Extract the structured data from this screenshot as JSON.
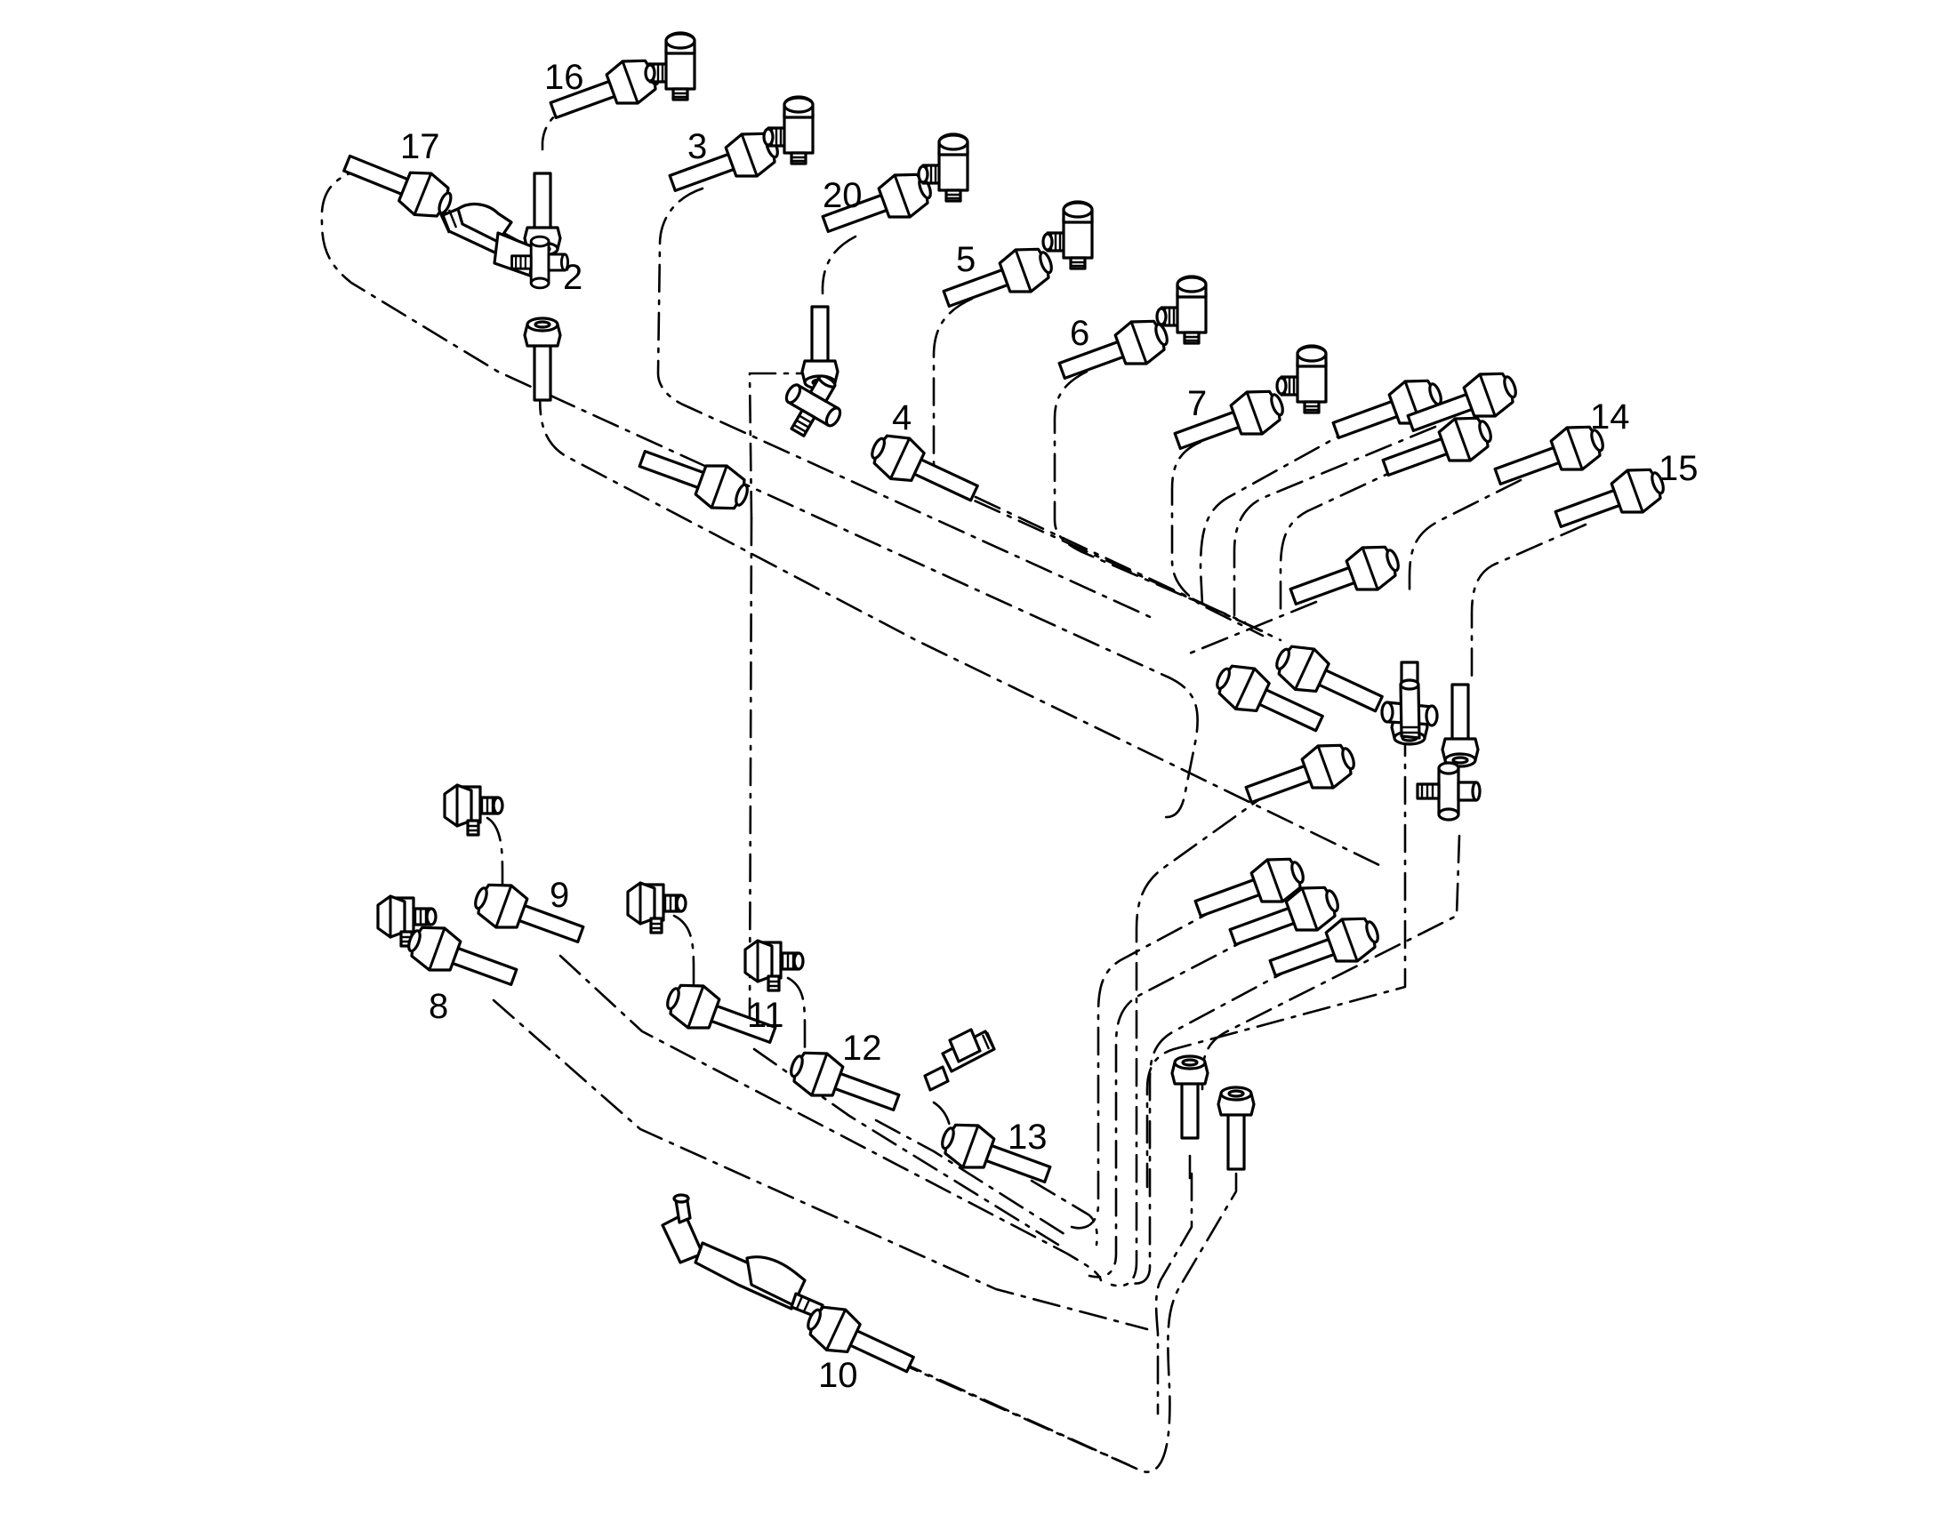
{
  "callouts": {
    "c2": "2",
    "c3": "3",
    "c4": "4",
    "c5": "5",
    "c6": "6",
    "c7": "7",
    "c8": "8",
    "c9": "9",
    "c10": "10",
    "c11": "11",
    "c12": "12",
    "c13": "13",
    "c14": "14",
    "c15": "15",
    "c16": "16",
    "c17": "17",
    "c20": "20"
  }
}
